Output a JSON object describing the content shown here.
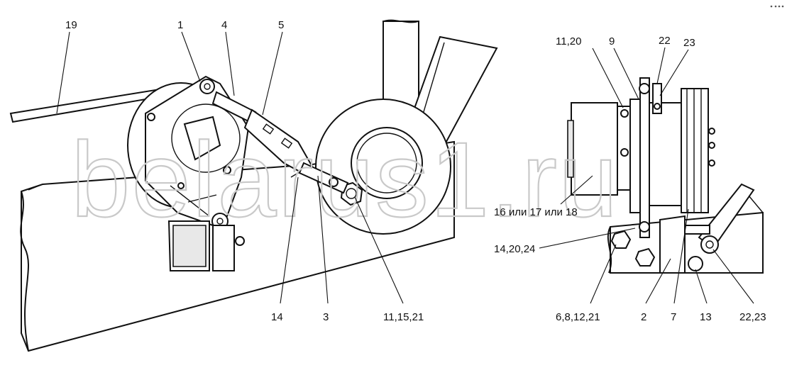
{
  "watermark": "belarus1.ru",
  "left_view_labels": [
    "19",
    "1",
    "4",
    "5",
    "14",
    "3",
    "11,15,21"
  ],
  "right_view_labels": [
    "11,20",
    "9",
    "22",
    "23",
    "16 или 17 или 18",
    "14,20,24",
    "6,8,12,21",
    "2",
    "7",
    "13",
    "22,23"
  ],
  "labels": {
    "l19": "19",
    "l1": "1",
    "l4": "4",
    "l5": "5",
    "l14": "14",
    "l3": "3",
    "l11_15_21": "11,15,21",
    "r11_20": "11,20",
    "r9": "9",
    "r22": "22",
    "r23": "23",
    "r16_17_18": "16 или 17 или 18",
    "r14_20_24": "14,20,24",
    "r6_8_12_21": "6,8,12,21",
    "r2": "2",
    "r7": "7",
    "r13": "13",
    "r22_23": "22,23"
  },
  "corner_icon": "expand-dots-icon"
}
